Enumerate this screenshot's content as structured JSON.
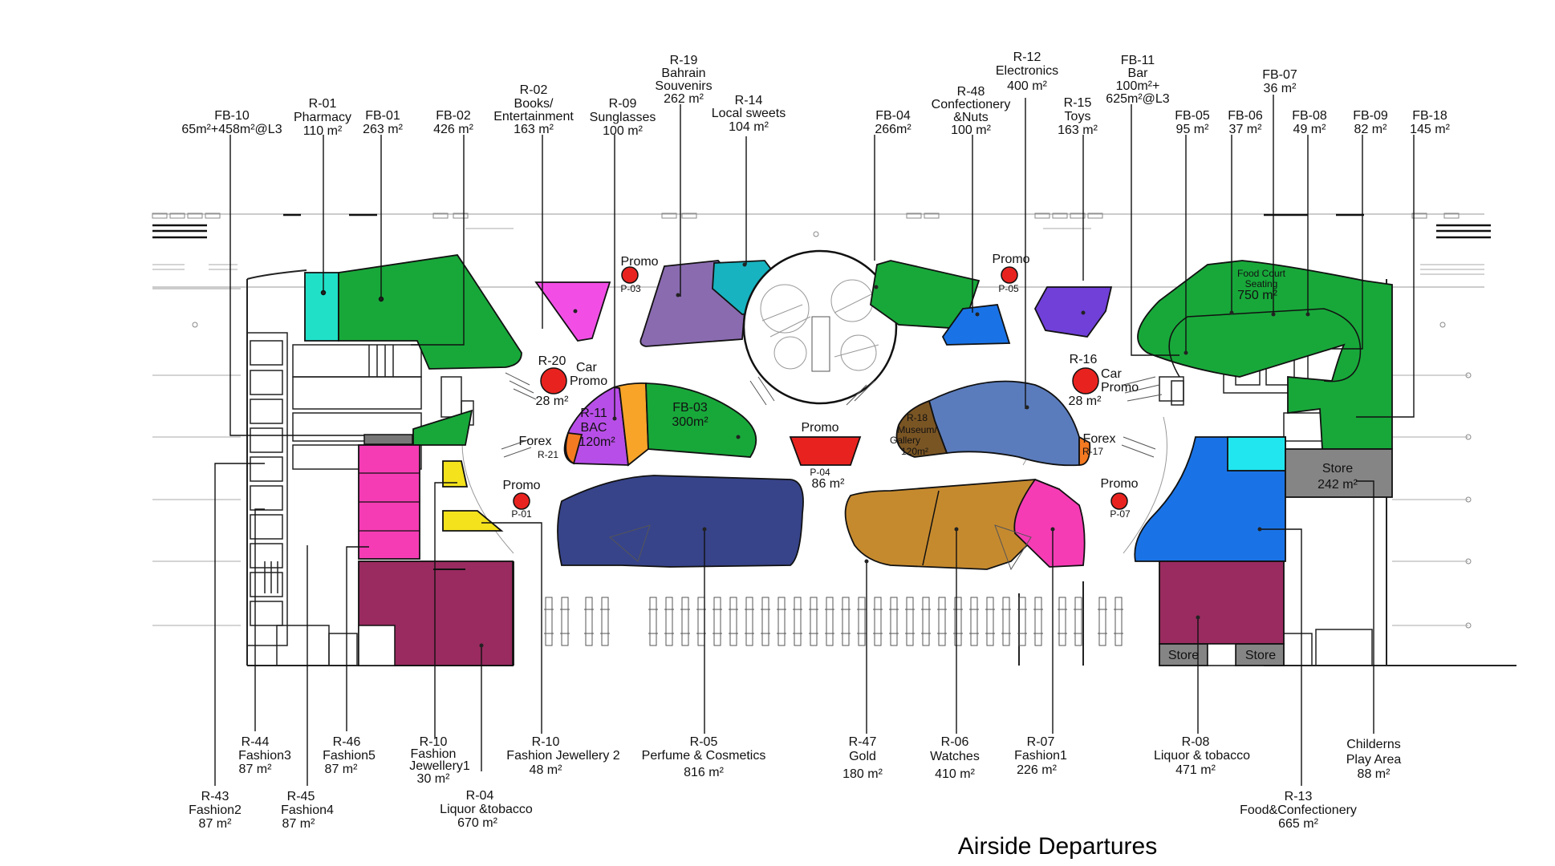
{
  "title": "Airside Departures",
  "colors": {
    "pharmacy": "#20e0c8",
    "fb_green": "#18a83a",
    "pink_books": "#f24ee6",
    "purple_souvenir": "#8a6bb0",
    "teal_sweets": "#17b3c0",
    "toys": "#7040d8",
    "electronics_blue": "#1a73e6",
    "bac_purple": "#b84ee8",
    "orange": "#f7a428",
    "forex_orange": "#f47a22",
    "electronics_slate": "#5a7cbd",
    "museum_brown": "#7a5524",
    "promo_red": "#e8231f",
    "perfume_navy": "#37448a",
    "gold_tan": "#c68a2e",
    "fashion1_pink": "#f53cb4",
    "liquor_maroon": "#992b60",
    "magenta": "#f53cb4",
    "yellow": "#f3e21c",
    "store_grey": "#858585",
    "cyan": "#21e6f0",
    "childrens_blue": "#1a73e6"
  },
  "top_labels": {
    "fb10": [
      "FB-10",
      "65m²+458m²@L3"
    ],
    "r01": [
      "R-01",
      "Pharmacy",
      "110 m²"
    ],
    "fb01": [
      "FB-01",
      "263 m²"
    ],
    "fb02": [
      "FB-02",
      "426 m²"
    ],
    "r02": [
      "R-02",
      "Books/",
      "Entertainment",
      "163 m²"
    ],
    "r09": [
      "R-09",
      "Sunglasses",
      "100 m²"
    ],
    "r19": [
      "R-19",
      "Bahrain",
      "Souvenirs",
      "262 m²"
    ],
    "r14": [
      "R-14",
      "Local sweets",
      "104 m²"
    ],
    "fb04": [
      "FB-04",
      "266m²"
    ],
    "r48": [
      "R-48",
      "Confectionery",
      "&Nuts",
      "100 m²"
    ],
    "r12": [
      "R-12",
      "Electronics",
      "400 m²"
    ],
    "r15": [
      "R-15",
      "Toys",
      "163 m²"
    ],
    "fb11": [
      "FB-11",
      "Bar",
      "100m²+",
      "625m²@L3"
    ],
    "fb05": [
      "FB-05",
      "95 m²"
    ],
    "fb06": [
      "FB-06",
      "37 m²"
    ],
    "fb07": [
      "FB-07",
      "36 m²"
    ],
    "fb08": [
      "FB-08",
      "49 m²"
    ],
    "fb09": [
      "FB-09",
      "82 m²"
    ],
    "fb18": [
      "FB-18",
      "145 m²"
    ]
  },
  "bottom_labels": {
    "r43": [
      "R-43",
      "Fashion2",
      "87 m²"
    ],
    "r44": [
      "R-44",
      "Fashion3",
      "87 m²"
    ],
    "r45": [
      "R-45",
      "Fashion4",
      "87 m²"
    ],
    "r46": [
      "R-46",
      "Fashion5",
      "87 m²"
    ],
    "r10a": [
      "R-10",
      "Fashion",
      "Jewellery1",
      "30 m²"
    ],
    "r04": [
      "R-04",
      "Liquor &tobacco",
      "670 m²"
    ],
    "r10b": [
      "R-10",
      "Fashion Jewellery 2",
      "48 m²"
    ],
    "r05": [
      "R-05",
      "Perfume & Cosmetics",
      "816 m²"
    ],
    "r47": [
      "R-47",
      "Gold",
      "180 m²"
    ],
    "r06": [
      "R-06",
      "Watches",
      "410 m²"
    ],
    "r07": [
      "R-07",
      "Fashion1",
      "226 m²"
    ],
    "r08": [
      "R-08",
      "Liquor & tobacco",
      "471 m²"
    ],
    "r13": [
      "R-13",
      "Food&Confectionery",
      "665 m²"
    ],
    "childrens": [
      "Childerns",
      "Play Area",
      "88 m²"
    ]
  },
  "inline_labels": {
    "r20": [
      "R-20",
      "Car",
      "Promo",
      "28 m²"
    ],
    "r16": [
      "R-16",
      "Car",
      "Promo",
      "28 m²"
    ],
    "r11": [
      "R-11",
      "BAC",
      "120m²"
    ],
    "fb03": [
      "FB-03",
      "300m²"
    ],
    "r18": [
      "R-18",
      "Museum/",
      "Gallery",
      "120m²"
    ],
    "forex_left": [
      "Forex",
      "R-21"
    ],
    "forex_right": [
      "Forex",
      "R-17"
    ],
    "promo_p01": [
      "Promo",
      "P-01"
    ],
    "promo_p03": [
      "Promo",
      "P-03"
    ],
    "promo_p05": [
      "Promo",
      "P-05"
    ],
    "promo_p07": [
      "Promo",
      "P-07"
    ],
    "promo_p04": [
      "Promo",
      "P-04",
      "86 m²"
    ],
    "food_court": [
      "Food Court",
      "Seating",
      "750 m²"
    ],
    "store_242": [
      "Store",
      "242 m²"
    ],
    "store_a": "Store",
    "store_b": "Store"
  }
}
